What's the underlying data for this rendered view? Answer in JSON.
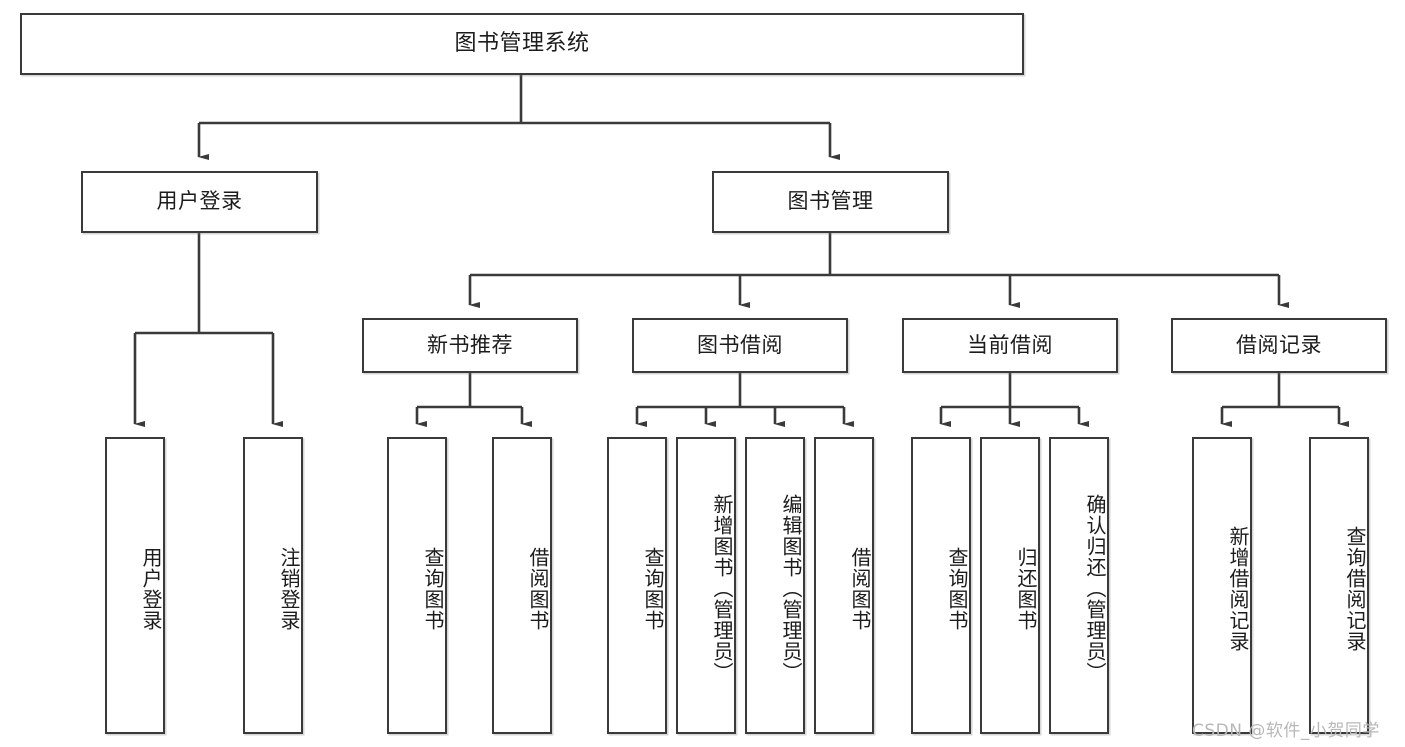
{
  "diagram": {
    "title": "图书管理系统",
    "watermark": "CSDN @软件_小贺同学",
    "colors": {
      "stroke": "#3a3a3a",
      "fill": "#ffffff",
      "text": "#1c1c1c",
      "watermark": "#b8b8b8"
    },
    "level1": [
      {
        "id": "root",
        "label": "图书管理系统"
      }
    ],
    "level2": [
      {
        "id": "user-login",
        "label": "用户登录"
      },
      {
        "id": "book-manage",
        "label": "图书管理"
      }
    ],
    "level3": [
      {
        "id": "new-book-rec",
        "label": "新书推荐"
      },
      {
        "id": "book-borrow",
        "label": "图书借阅"
      },
      {
        "id": "current-borrow",
        "label": "当前借阅"
      },
      {
        "id": "borrow-record",
        "label": "借阅记录"
      }
    ],
    "leaves": [
      {
        "id": "leaf-user-login",
        "label": "用户登录",
        "parent": "user-login"
      },
      {
        "id": "leaf-user-logout",
        "label": "注销登录",
        "parent": "user-login"
      },
      {
        "id": "leaf-query-book-1",
        "label": "查询图书",
        "parent": "new-book-rec"
      },
      {
        "id": "leaf-borrow-book-1",
        "label": "借阅图书",
        "parent": "new-book-rec"
      },
      {
        "id": "leaf-query-book-2",
        "label": "查询图书",
        "parent": "book-borrow"
      },
      {
        "id": "leaf-add-book",
        "label": "新增图书（管理员）",
        "parent": "book-borrow"
      },
      {
        "id": "leaf-edit-book",
        "label": "编辑图书（管理员）",
        "parent": "book-borrow"
      },
      {
        "id": "leaf-borrow-book-2",
        "label": "借阅图书",
        "parent": "book-borrow"
      },
      {
        "id": "leaf-query-book-3",
        "label": "查询图书",
        "parent": "current-borrow"
      },
      {
        "id": "leaf-return-book",
        "label": "归还图书",
        "parent": "current-borrow"
      },
      {
        "id": "leaf-confirm-return",
        "label": "确认归还（管理员）",
        "parent": "current-borrow"
      },
      {
        "id": "leaf-add-record",
        "label": "新增借阅记录",
        "parent": "borrow-record"
      },
      {
        "id": "leaf-query-record",
        "label": "查询借阅记录",
        "parent": "borrow-record"
      }
    ]
  }
}
